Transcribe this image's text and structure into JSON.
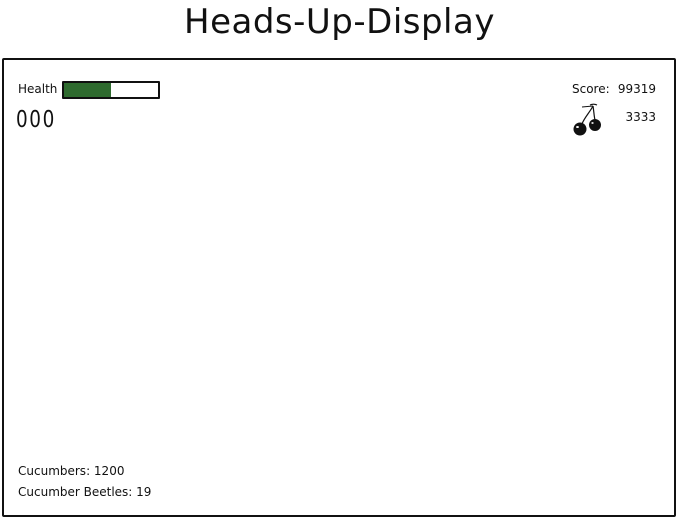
{
  "page_title": "Heads-Up-Display",
  "hud": {
    "health": {
      "label": "Health",
      "level": 0.5
    },
    "lives": "000",
    "score": {
      "label": "Score:",
      "value": "99319"
    },
    "cherries": {
      "icon": "cherry-icon",
      "count": "3333"
    },
    "cucumbers": "Cucumbers: 1200",
    "beetles": "Cucumber Beetles: 19"
  },
  "colors": {
    "health_fill": "#2f6b2f",
    "frame": "#111111"
  }
}
